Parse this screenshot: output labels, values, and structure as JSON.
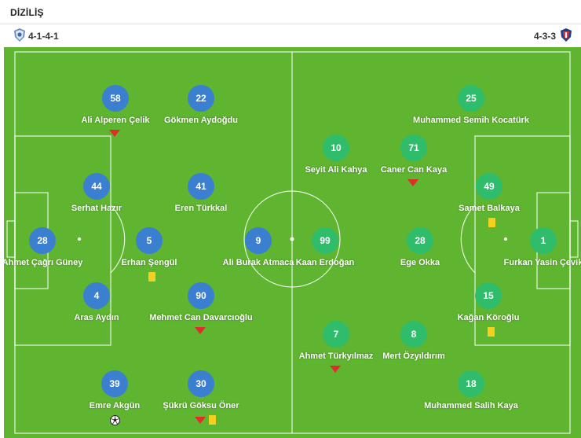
{
  "header": {
    "title": "DİZİLİŞ"
  },
  "formations": {
    "home": "4-1-4-1",
    "away": "4-3-3"
  },
  "colors": {
    "pitch": "#5fb52f",
    "home": "#3a7fd0",
    "away": "#2fbd6c",
    "sub": "#e02c2c",
    "yellow": "#f5d020"
  },
  "home_players": [
    {
      "number": "58",
      "name": "Ali Alperen Çelik",
      "events": [
        "sub-off-icon"
      ]
    },
    {
      "number": "22",
      "name": "Gökmen Aydoğdu",
      "events": []
    },
    {
      "number": "44",
      "name": "Serhat Hazır",
      "events": []
    },
    {
      "number": "41",
      "name": "Eren Türkkal",
      "events": []
    },
    {
      "number": "28",
      "name": "Ahmet Çağrı Güney",
      "events": []
    },
    {
      "number": "5",
      "name": "Erhan Şengül",
      "events": [
        "yellow-card-icon"
      ]
    },
    {
      "number": "9",
      "name": "Ali Burak Atmaca",
      "events": []
    },
    {
      "number": "4",
      "name": "Aras Aydın",
      "events": []
    },
    {
      "number": "90",
      "name": "Mehmet Can Davarcıoğlu",
      "events": [
        "sub-off-icon"
      ]
    },
    {
      "number": "39",
      "name": "Emre Akgün",
      "events": [
        "goal-ball-icon"
      ]
    },
    {
      "number": "30",
      "name": "Şükrü Göksu Öner",
      "events": [
        "sub-off-icon",
        "yellow-card-icon"
      ]
    }
  ],
  "away_players": [
    {
      "number": "25",
      "name": "Muhammed Semih Kocatürk",
      "events": []
    },
    {
      "number": "10",
      "name": "Seyit Ali Kahya",
      "events": []
    },
    {
      "number": "71",
      "name": "Caner Can Kaya",
      "events": [
        "sub-off-icon"
      ]
    },
    {
      "number": "49",
      "name": "Samet Balkaya",
      "events": [
        "yellow-card-icon"
      ]
    },
    {
      "number": "99",
      "name": "Kaan Erdoğan",
      "events": []
    },
    {
      "number": "28",
      "name": "Ege Okka",
      "events": []
    },
    {
      "number": "1",
      "name": "Furkan Yasin Çevik",
      "events": []
    },
    {
      "number": "15",
      "name": "Kağan Köroğlu",
      "events": [
        "yellow-card-icon"
      ]
    },
    {
      "number": "7",
      "name": "Ahmet Türkyılmaz",
      "events": [
        "sub-off-icon"
      ]
    },
    {
      "number": "8",
      "name": "Mert Özyıldırım",
      "events": []
    },
    {
      "number": "18",
      "name": "Muhammed Salih Kaya",
      "events": []
    }
  ]
}
